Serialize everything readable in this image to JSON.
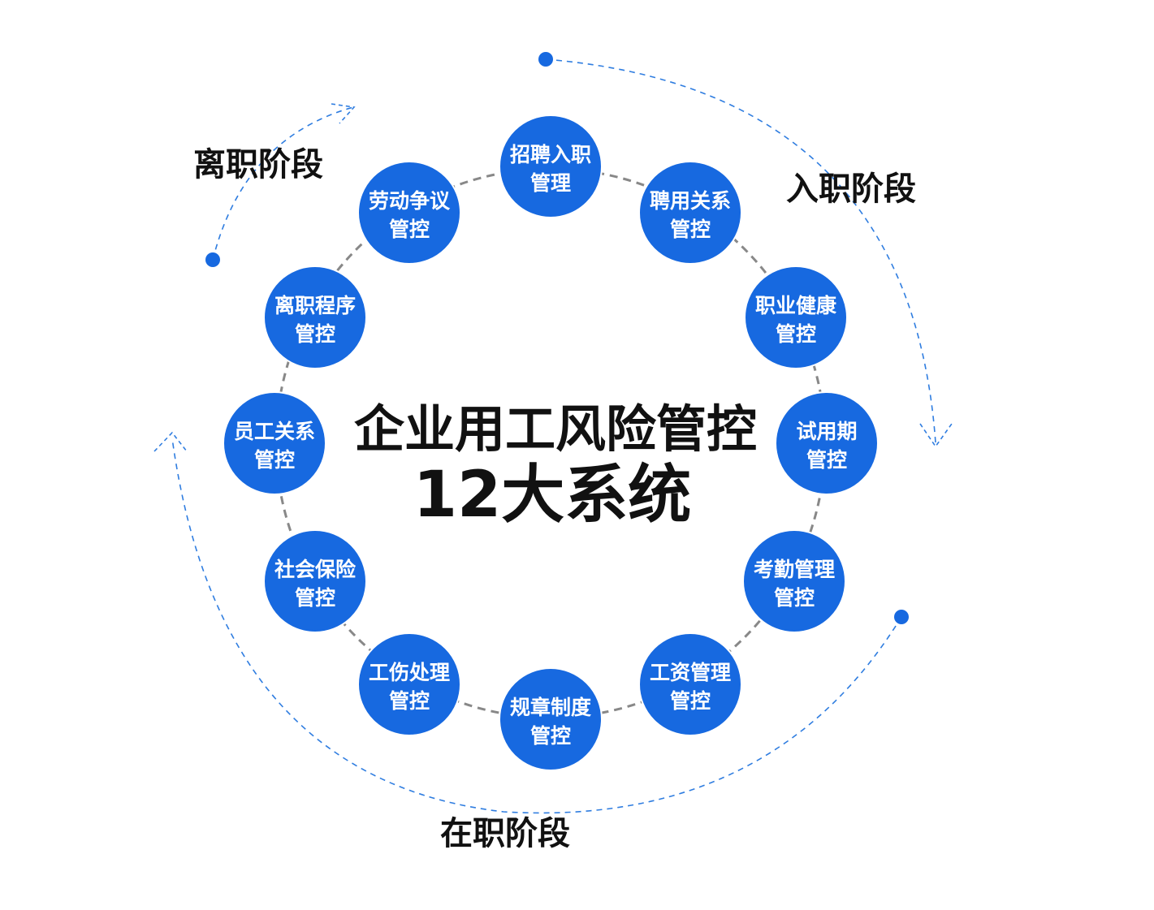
{
  "center": {
    "line1": "企业用工风险管控",
    "line2": "12大系统"
  },
  "stages": {
    "onboarding": "入职阶段",
    "in_service": "在职阶段",
    "departure": "离职阶段"
  },
  "nodes": [
    {
      "line1": "招聘入职",
      "line2": "管理"
    },
    {
      "line1": "聘用关系",
      "line2": "管控"
    },
    {
      "line1": "职业健康",
      "line2": "管控"
    },
    {
      "line1": "试用期",
      "line2": "管控"
    },
    {
      "line1": "考勤管理",
      "line2": "管控"
    },
    {
      "line1": "工资管理",
      "line2": "管控"
    },
    {
      "line1": "规章制度",
      "line2": "管控"
    },
    {
      "line1": "工伤处理",
      "line2": "管控"
    },
    {
      "line1": "社会保险",
      "line2": "管控"
    },
    {
      "line1": "员工关系",
      "line2": "管控"
    },
    {
      "line1": "离职程序",
      "line2": "管控"
    },
    {
      "line1": "劳动争议",
      "line2": "管控"
    }
  ],
  "colors": {
    "node_fill": "#1769e0",
    "arc_stroke": "#2f7de0",
    "ring_stroke": "#888888"
  }
}
